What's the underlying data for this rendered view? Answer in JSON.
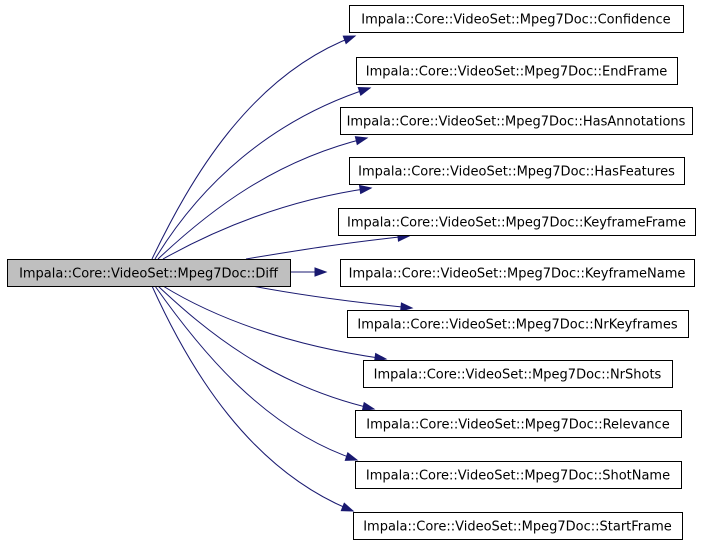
{
  "graph": {
    "root": {
      "label": "Impala::Core::VideoSet::Mpeg7Doc::Diff"
    },
    "callees": [
      {
        "id": "confidence",
        "label": "Impala::Core::VideoSet::Mpeg7Doc::Confidence"
      },
      {
        "id": "endframe",
        "label": "Impala::Core::VideoSet::Mpeg7Doc::EndFrame"
      },
      {
        "id": "hasannotations",
        "label": "Impala::Core::VideoSet::Mpeg7Doc::HasAnnotations"
      },
      {
        "id": "hasfeatures",
        "label": "Impala::Core::VideoSet::Mpeg7Doc::HasFeatures"
      },
      {
        "id": "keyframeframe",
        "label": "Impala::Core::VideoSet::Mpeg7Doc::KeyframeFrame"
      },
      {
        "id": "keyframename",
        "label": "Impala::Core::VideoSet::Mpeg7Doc::KeyframeName"
      },
      {
        "id": "nrkeyframes",
        "label": "Impala::Core::VideoSet::Mpeg7Doc::NrKeyframes"
      },
      {
        "id": "nrshots",
        "label": "Impala::Core::VideoSet::Mpeg7Doc::NrShots"
      },
      {
        "id": "relevance",
        "label": "Impala::Core::VideoSet::Mpeg7Doc::Relevance"
      },
      {
        "id": "shotname",
        "label": "Impala::Core::VideoSet::Mpeg7Doc::ShotName"
      },
      {
        "id": "startframe",
        "label": "Impala::Core::VideoSet::Mpeg7Doc::StartFrame"
      }
    ],
    "colors": {
      "edge": "#191970",
      "root_fill": "#bfbfbf",
      "node_fill": "#ffffff",
      "border": "#000000"
    }
  }
}
